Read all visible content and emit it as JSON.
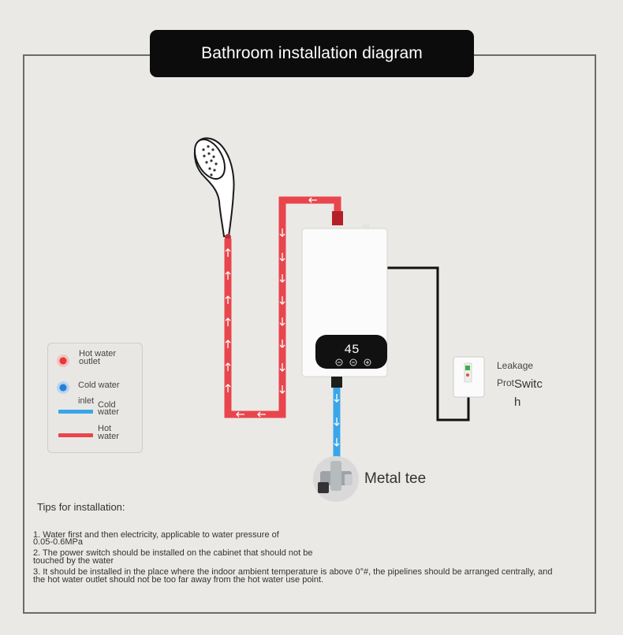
{
  "title": "Bathroom installation diagram",
  "legend": {
    "hot_outlet_line1": "Hot water",
    "hot_outlet_line2": "outlet",
    "cold_inlet_line1": "Cold water",
    "cold_inlet_line2": "inlet",
    "cold_water_line1": "Cold",
    "cold_water_line2": "water",
    "hot_water_line1": "Hot",
    "hot_water_line2": "water"
  },
  "heater": {
    "display_value": "45"
  },
  "labels": {
    "metal_tee": "Metal tee",
    "leakage": "Leakage",
    "prot": "Prot",
    "switch_part1": "Switc",
    "switch_part2": "h"
  },
  "tips": {
    "title": "Tips for installation:",
    "line1": "1. Water first and then electricity, applicable to water pressure of",
    "line1b": "0.05-0.6MPa",
    "line2": "2. The power switch should be installed on the cabinet that should not be",
    "line2b": "touched by the water",
    "line3": "3. It should be installed in the place where the indoor ambient temperature is above 0°#, the pipelines should be arranged centrally, and",
    "line3b": "the hot water outlet should not be too far away from the hot water use point."
  },
  "colors": {
    "hot_pipe": "#e8454d",
    "cold_pipe": "#3aa6e8",
    "cable": "#111111",
    "title_bg": "#0c0c0c"
  }
}
